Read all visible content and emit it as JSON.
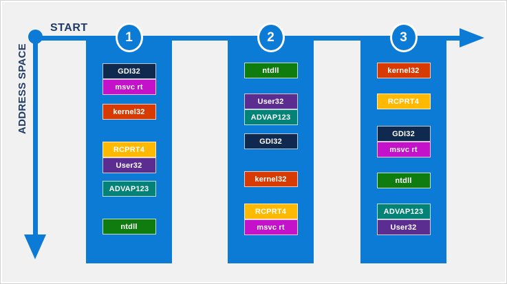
{
  "diagram": {
    "start_label": "START",
    "axis_label": "ADDRESS SPACE"
  },
  "colors": {
    "background": "#f1f1f1",
    "flow": "#0c7bd6",
    "label_text": "#1f3b66",
    "block_text": "#ffffff",
    "modules": {
      "GDI32": "#10294f",
      "msvc rt": "#c312c9",
      "kernel32": "#d83b01",
      "RCPRT4": "#ffb900",
      "User32": "#5c2d91",
      "ADVAP123": "#038377",
      "ntdll": "#107c10"
    }
  },
  "columns": [
    {
      "number": "1",
      "blocks": [
        {
          "label": "GDI32",
          "gap": 40
        },
        {
          "label": "msvc rt",
          "gap": 0
        },
        {
          "label": "kernel32",
          "gap": 13
        },
        {
          "label": "RCPRT4",
          "gap": 32
        },
        {
          "label": "User32",
          "gap": 0
        },
        {
          "label": "ADVAP123",
          "gap": 11
        },
        {
          "label": "ntdll",
          "gap": 32
        }
      ]
    },
    {
      "number": "2",
      "blocks": [
        {
          "label": "ntdll",
          "gap": 39
        },
        {
          "label": "User32",
          "gap": 22
        },
        {
          "label": "ADVAP123",
          "gap": 0
        },
        {
          "label": "GDI32",
          "gap": 12
        },
        {
          "label": "kernel32",
          "gap": 32
        },
        {
          "label": "RCPRT4",
          "gap": 24
        },
        {
          "label": "msvc rt",
          "gap": 0
        }
      ]
    },
    {
      "number": "3",
      "blocks": [
        {
          "label": "kernel32",
          "gap": 39
        },
        {
          "label": "RCPRT4",
          "gap": 22
        },
        {
          "label": "GDI32",
          "gap": 24
        },
        {
          "label": "msvc rt",
          "gap": 0
        },
        {
          "label": "ntdll",
          "gap": 22
        },
        {
          "label": "ADVAP123",
          "gap": 22
        },
        {
          "label": "User32",
          "gap": 0
        }
      ]
    }
  ]
}
